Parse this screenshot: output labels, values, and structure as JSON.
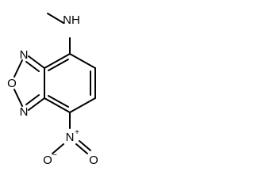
{
  "molecule": {
    "amine_label": "NH",
    "ring_n_top_label": "N",
    "ring_o_label": "O",
    "ring_n_bottom_label": "N",
    "nitro_n_label": "N",
    "nitro_n_charge": "+",
    "nitro_o_left_label": "O",
    "nitro_o_right_label": "O",
    "nitro_o_charge": "−"
  },
  "colors": {
    "bond": "#000000",
    "background": "#ffffff"
  }
}
